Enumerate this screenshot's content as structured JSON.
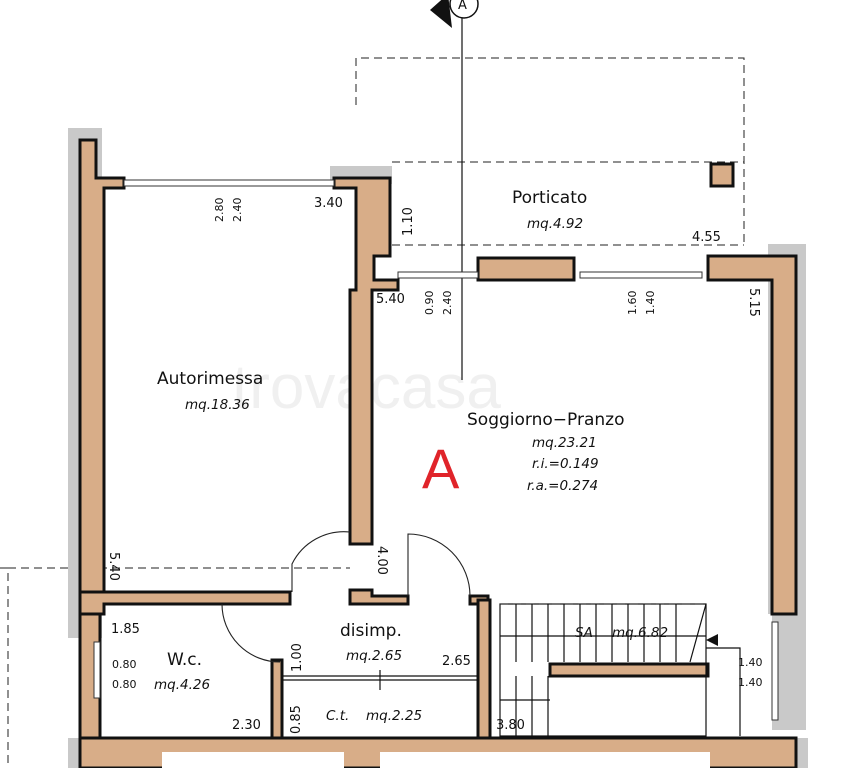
{
  "rooms": {
    "autorimessa": {
      "name": "Autorimessa",
      "area": "mq.18.36"
    },
    "porticato": {
      "name": "Porticato",
      "area": "mq.4.92"
    },
    "soggiorno": {
      "name": "Soggiorno−Pranzo",
      "area": "mq.23.21",
      "ri": "r.i.=0.149",
      "ra": "r.a.=0.274"
    },
    "disimp": {
      "name": "disimp.",
      "area": "mq.2.65"
    },
    "wc": {
      "name": "W.c.",
      "area": "mq.4.26"
    },
    "ct": {
      "label": "C.t.",
      "area": "mq.2.25"
    },
    "sa": {
      "label": "SA",
      "area": "mq.6.82"
    }
  },
  "unit_label": "A",
  "section_marker": "A",
  "watermark": "trovacasa",
  "dims": {
    "d280": "2.80",
    "d240a": "2.40",
    "d340": "3.40",
    "d110": "1.10",
    "d455": "4.55",
    "d540a": "5.40",
    "d090": "0.90",
    "d240b": "2.40",
    "d160": "1.60",
    "d140a": "1.40",
    "d515": "5.15",
    "d540b": "5.40",
    "d400": "4.00",
    "d185": "1.85",
    "d080a": "0.80",
    "d080b": "0.80",
    "d100": "1.00",
    "d265": "2.65",
    "d230": "2.30",
    "d085": "0.85",
    "d380": "3.80",
    "d140b": "1.40",
    "d140c": "1.40"
  },
  "colors": {
    "wall": "#d8ad88",
    "accent_letter": "#e0242a"
  }
}
